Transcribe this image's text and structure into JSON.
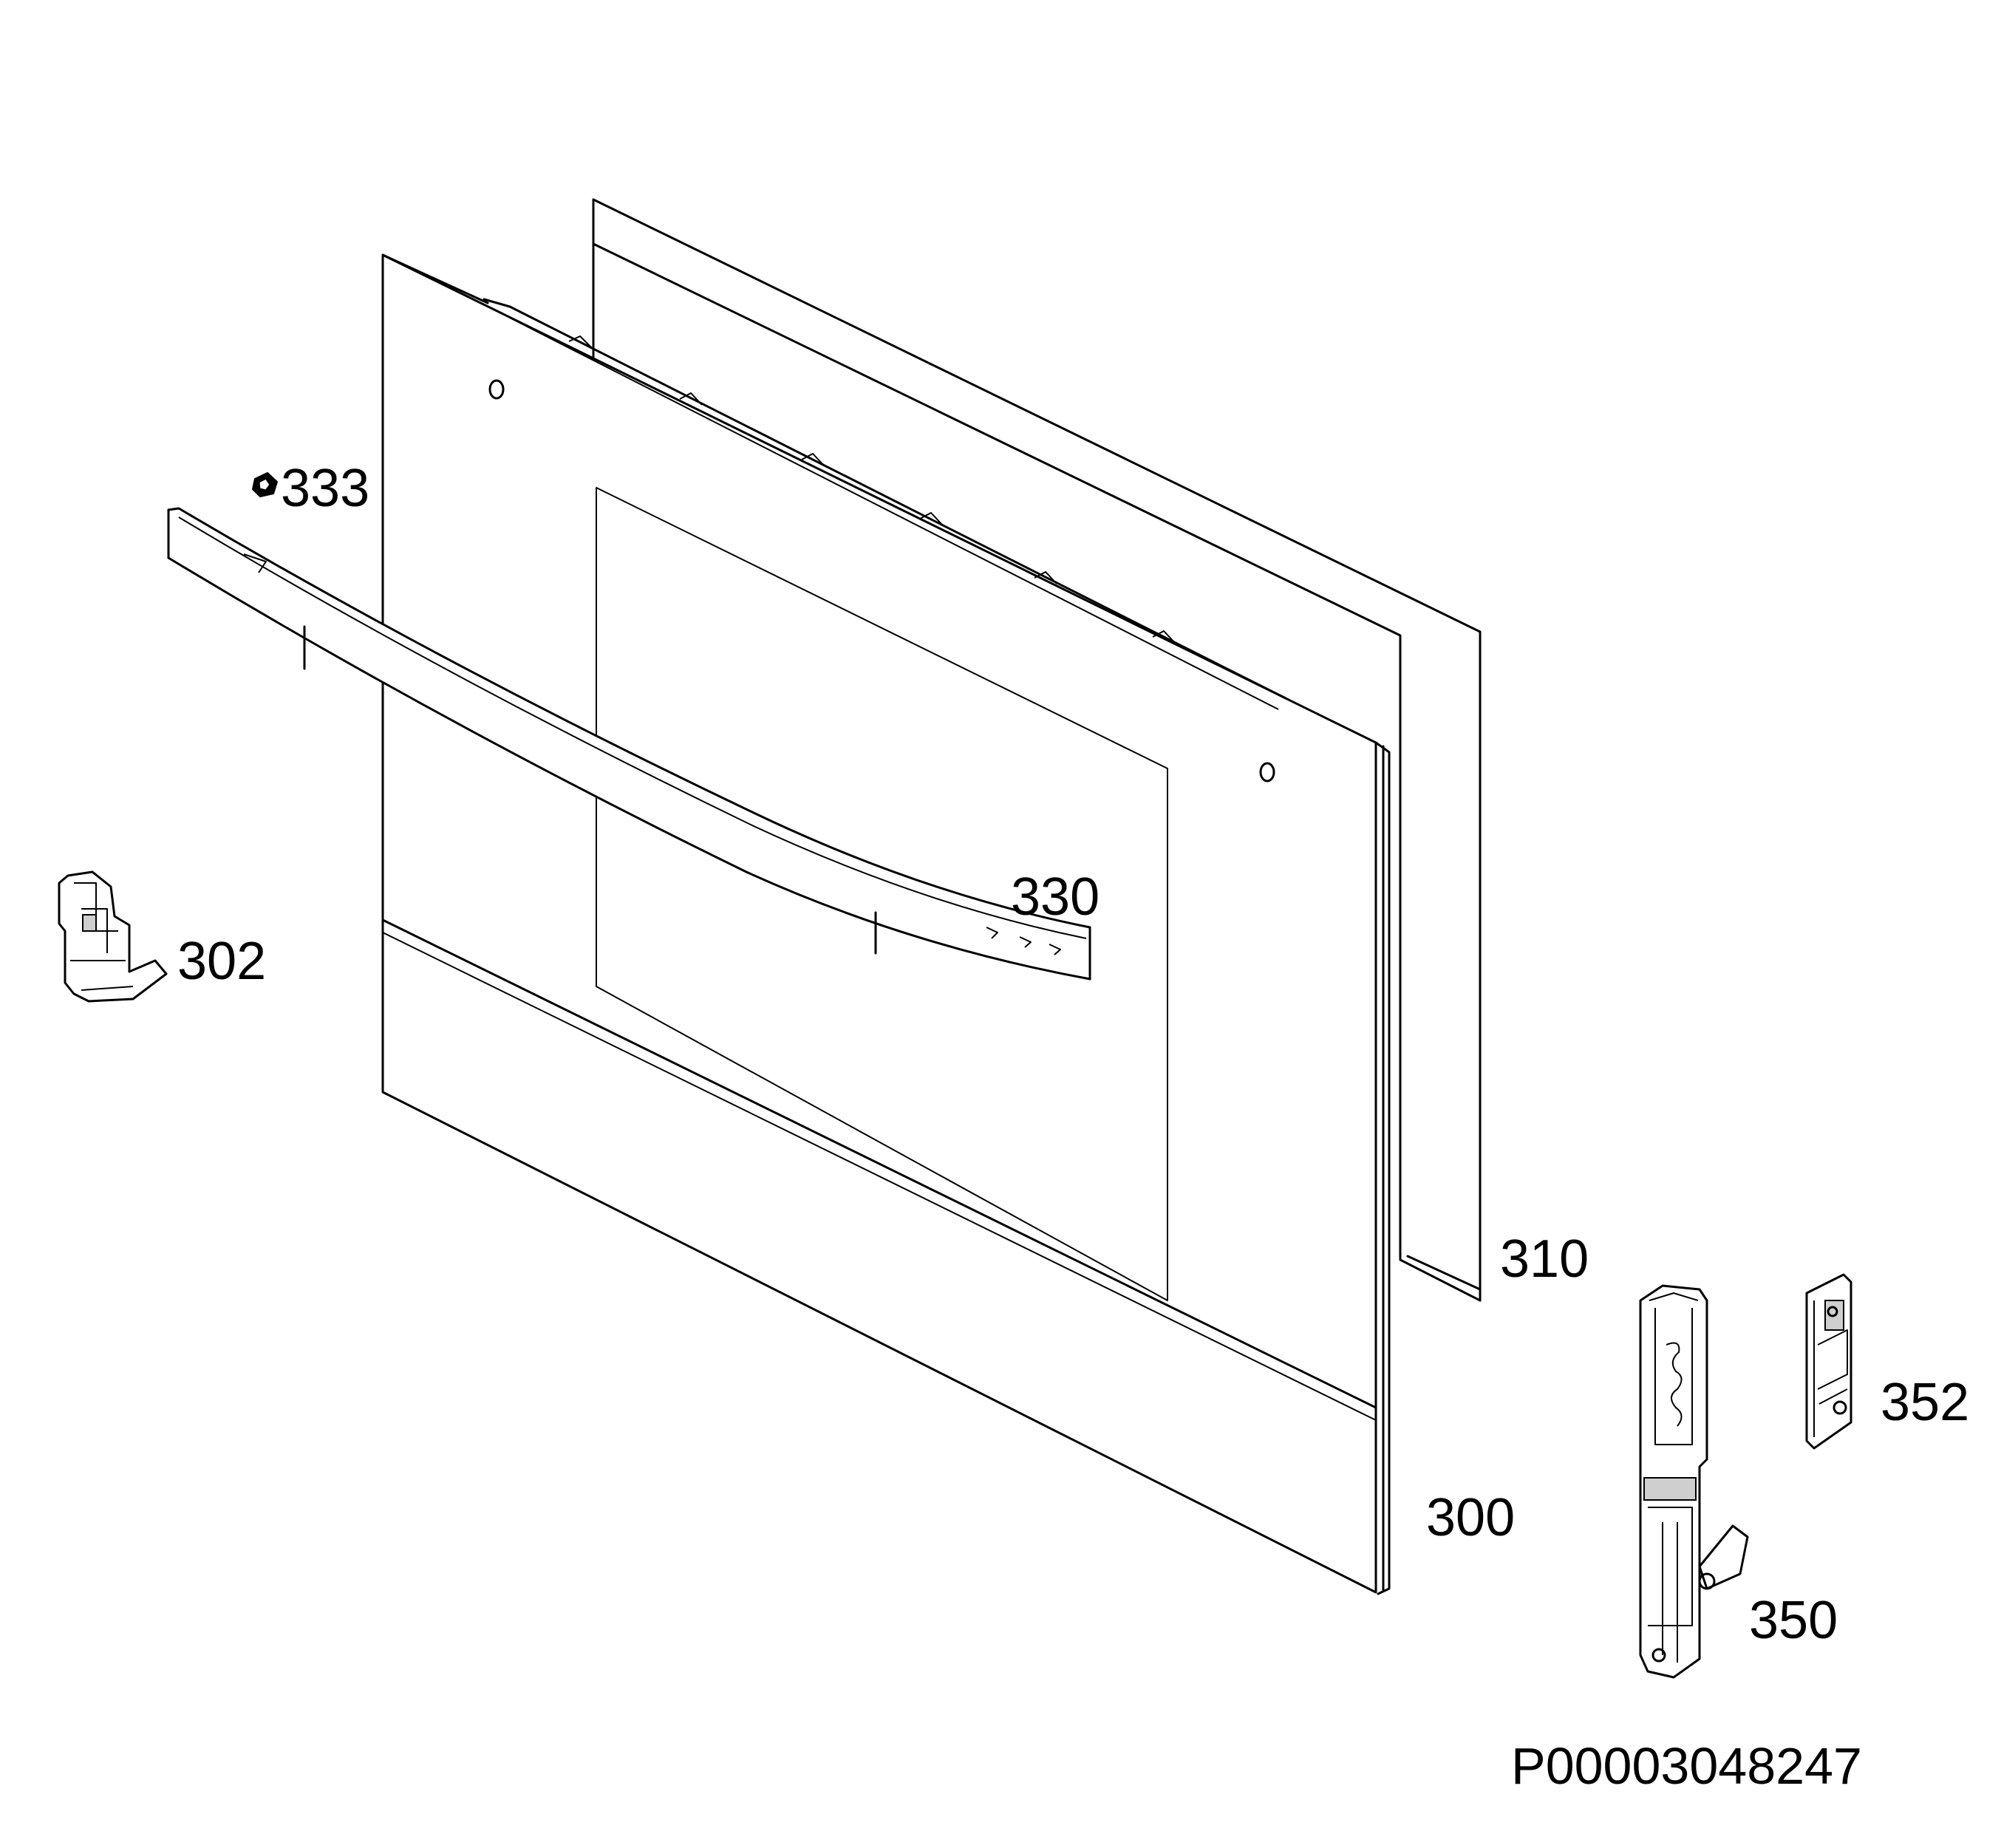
{
  "diagram": {
    "part_labels": {
      "p300": "300",
      "p302": "302",
      "p310": "310",
      "p330": "330",
      "p333": "333",
      "p350": "350",
      "p352": "352"
    },
    "drawing_code": "P00003048247"
  }
}
